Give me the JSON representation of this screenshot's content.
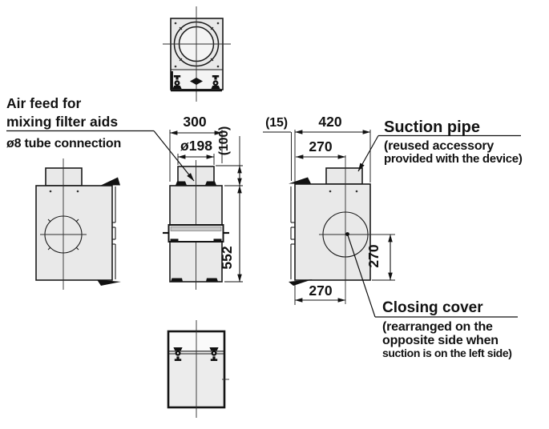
{
  "labels": {
    "air_feed": {
      "line1": "Air feed for",
      "line2": "mixing filter aids",
      "line3": "ø8 tube connection"
    },
    "suction": {
      "title": "Suction pipe",
      "sub1": "(reused accessory",
      "sub2": "provided with the device)"
    },
    "closing": {
      "title": "Closing cover",
      "sub1": "(rearranged on the",
      "sub2": "opposite side when",
      "sub3": "suction is on the left side)"
    }
  },
  "dimensions": {
    "front_width": "300",
    "pipe_diameter": "ø198",
    "pipe_height": "(100)",
    "body_height": "552",
    "side_gap": "(15)",
    "side_width": "420",
    "pipe_offset_top": "270",
    "cover_offset_side": "270",
    "cover_offset_bottom": "270"
  },
  "colors": {
    "line": "#1a1a1a",
    "body_fill": "#e9e9e9",
    "background": "#ffffff"
  }
}
